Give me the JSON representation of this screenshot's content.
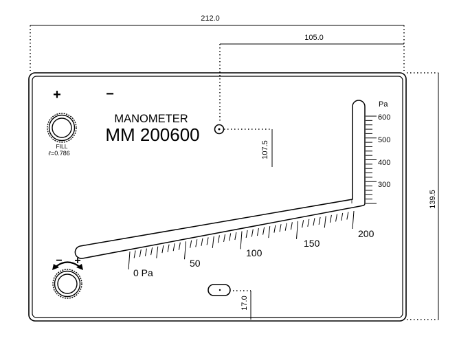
{
  "dimensions": {
    "overall_width": "212.0",
    "hole_offset": "105.0",
    "overall_height": "139.5",
    "hole_height": "107.5",
    "slot_height": "17.0"
  },
  "label": {
    "line1": "MANOMETER",
    "line2": "MM 200600"
  },
  "controls": {
    "plus": "+",
    "minus": "−",
    "fill_label": "FILL",
    "fill_density": "=0.786",
    "rho_symbol": "ℓ",
    "zero_minus": "−",
    "zero_plus": "+"
  },
  "inclined_scale": {
    "labels": [
      "0 Pa",
      "50",
      "100",
      "150",
      "200"
    ]
  },
  "vertical_scale": {
    "unit": "Pa",
    "labels": [
      "600",
      "500",
      "400",
      "300"
    ]
  }
}
